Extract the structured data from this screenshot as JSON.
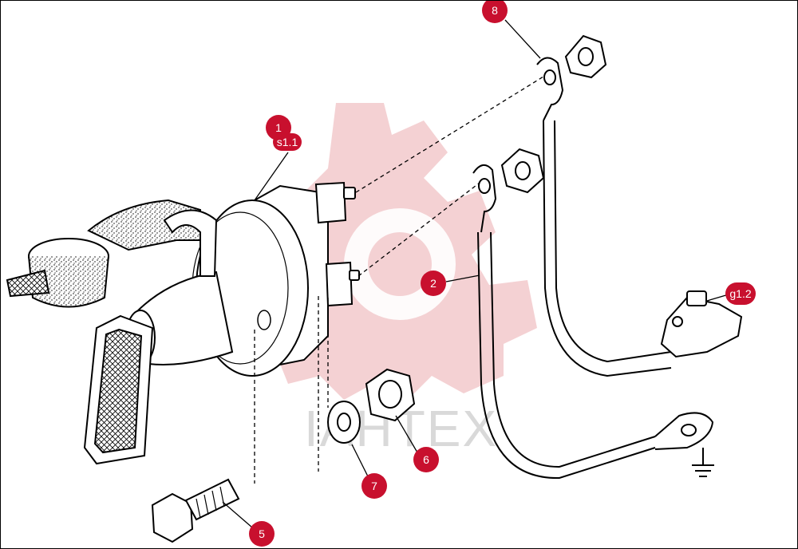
{
  "watermark": {
    "text": "IAHTEX",
    "color": "#f2c9cb",
    "text_color": "#d9d9d9"
  },
  "callout_color": "#c8102e",
  "callouts": [
    {
      "id": "1",
      "label": "1"
    },
    {
      "id": "s1.1",
      "label": "s1.1"
    },
    {
      "id": "2",
      "label": "2"
    },
    {
      "id": "5",
      "label": "5"
    },
    {
      "id": "6",
      "label": "6"
    },
    {
      "id": "7",
      "label": "7"
    },
    {
      "id": "8",
      "label": "8"
    },
    {
      "id": "g1.2",
      "label": "g1.2"
    }
  ]
}
